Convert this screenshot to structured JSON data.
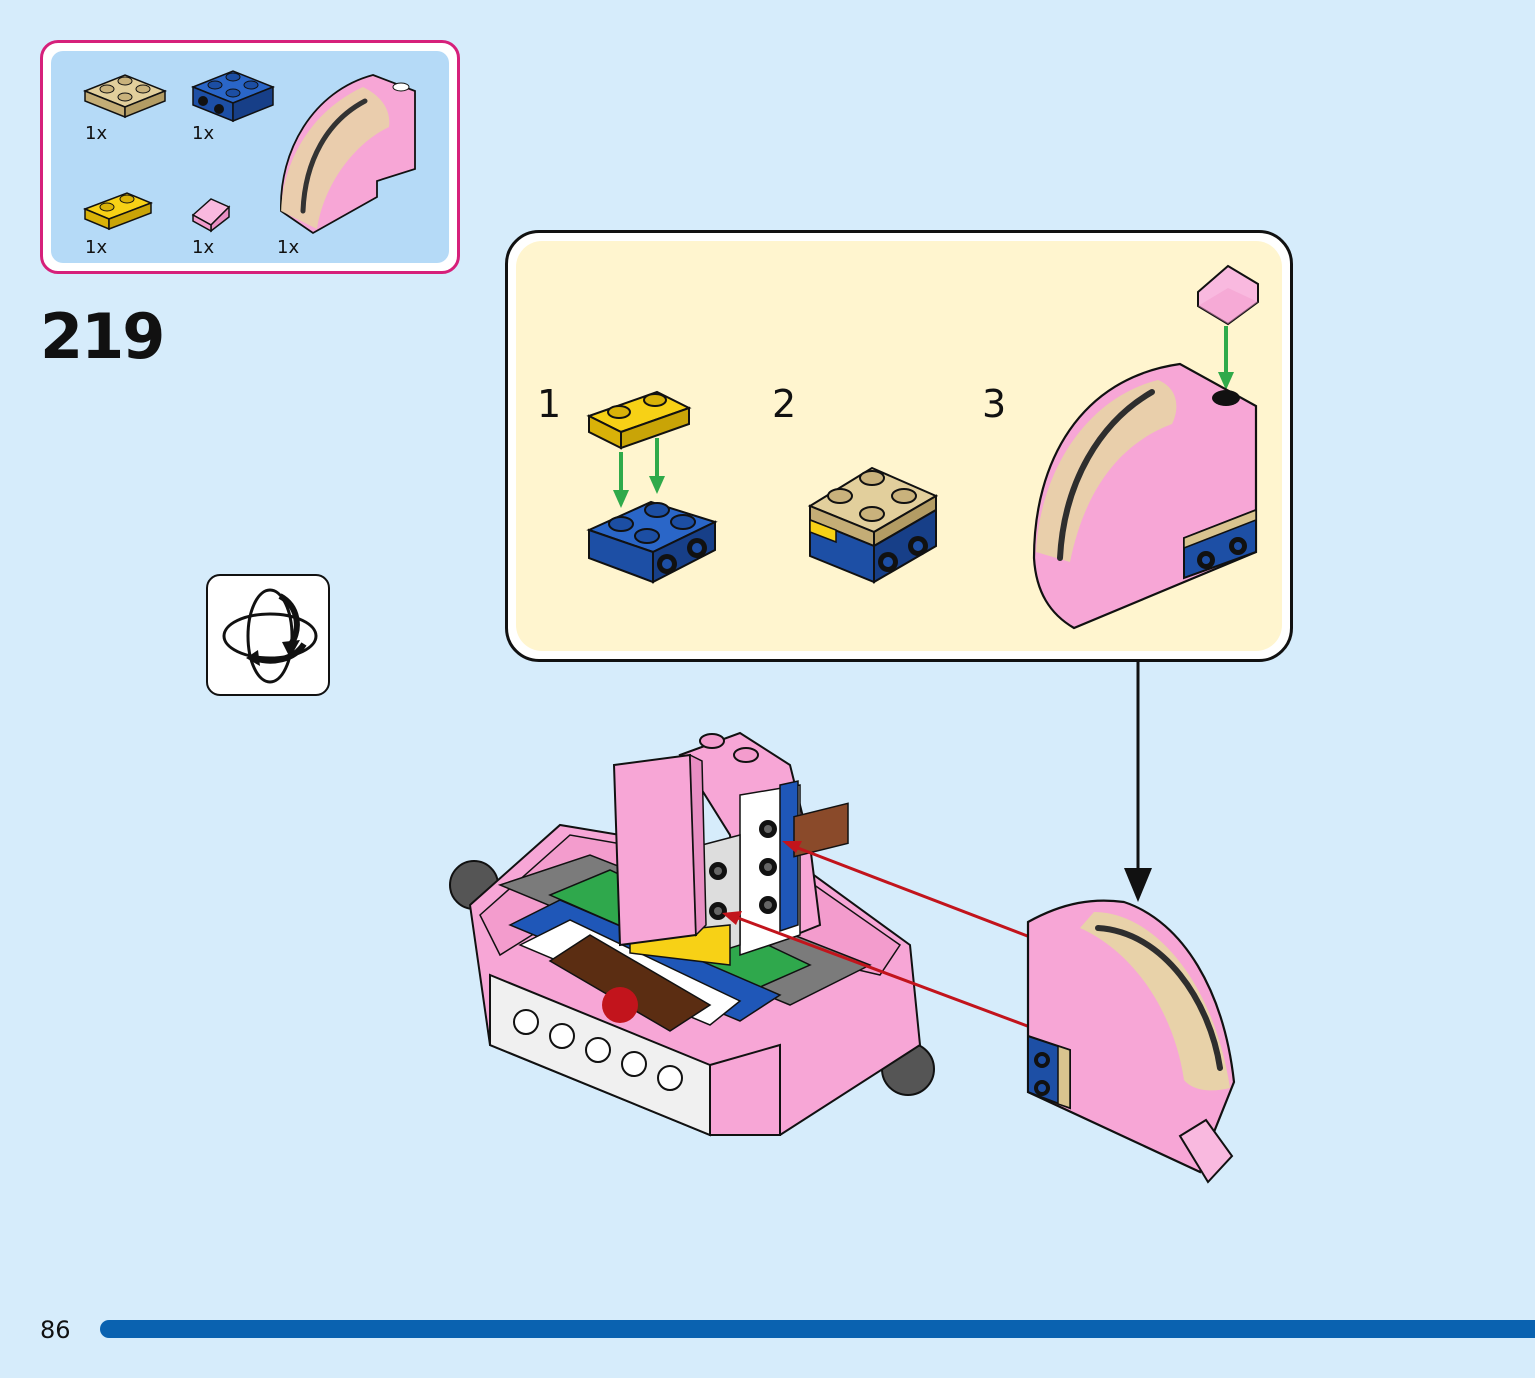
{
  "parts": [
    {
      "name": "tan-plate-2x2",
      "qty": "1x"
    },
    {
      "name": "blue-brick-2x2-side-studs",
      "qty": "1x"
    },
    {
      "name": "yellow-plate-1x2",
      "qty": "1x"
    },
    {
      "name": "pink-slope-small",
      "qty": "1x"
    },
    {
      "name": "pink-curved-slope",
      "qty": "1x"
    }
  ],
  "step_number": "219",
  "substeps": [
    "1",
    "2",
    "3"
  ],
  "page_number": "86",
  "colors": {
    "background": "#d6ecfb",
    "parts_border": "#d6207a",
    "parts_fill": "#b5daf7",
    "subpanel_fill": "#fff5cf",
    "progress_bar": "#0a62b0",
    "pink": "#f7a6d6",
    "blue": "#1f57b8",
    "yellow": "#f7d116",
    "tan": "#d9c48f",
    "green_arrow": "#2faa4a",
    "red_arrow": "#c2141c"
  },
  "icons": [
    "rotate-model-icon"
  ]
}
